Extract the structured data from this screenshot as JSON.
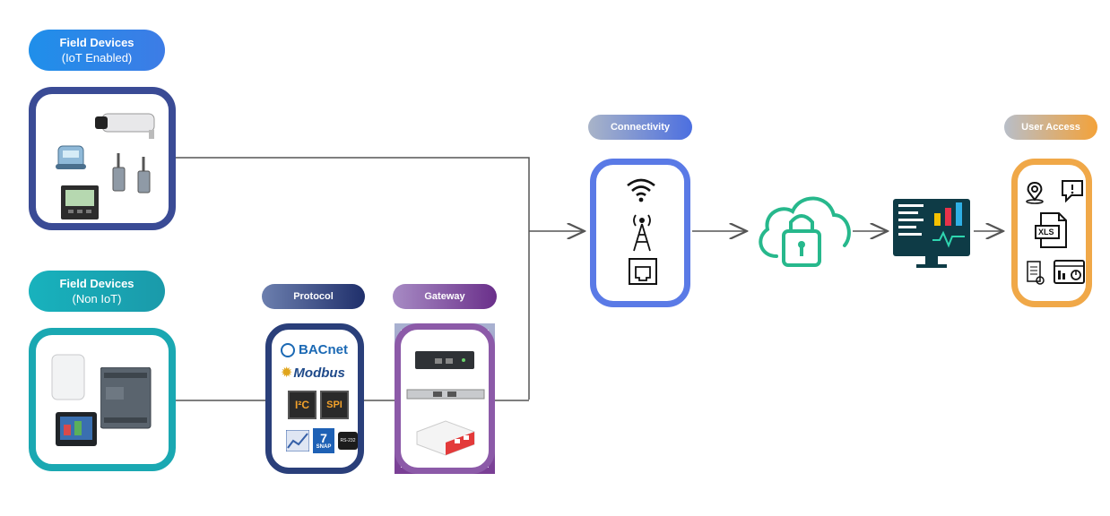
{
  "field_iot": {
    "title": "Field Devices",
    "subtitle": "(IoT Enabled)"
  },
  "field_noniot": {
    "title": "Field Devices",
    "subtitle": "(Non IoT)"
  },
  "protocol": {
    "label": "Protocol",
    "logos": {
      "bacnet": "BACnet",
      "modbus": "Modbus",
      "i2c": "I²C",
      "spi": "SPI",
      "snap_num": "7",
      "snap": "SNAP",
      "rs232": "RS-232"
    }
  },
  "gateway": {
    "label": "Gateway"
  },
  "connectivity": {
    "label": "Connectivity"
  },
  "user_access": {
    "label": "User Access",
    "xls": "XLS"
  },
  "colors": {
    "iot_pill": "#2f7fe6",
    "noniot_pill": "#19a8b3",
    "protocol_pill": "#2a3f7a",
    "gateway_pill": "#7a3f95",
    "connectivity_pill": "#4c72e0",
    "user_access_pill": "#f0a848",
    "cloud": "#27b88c",
    "line": "#555555"
  }
}
